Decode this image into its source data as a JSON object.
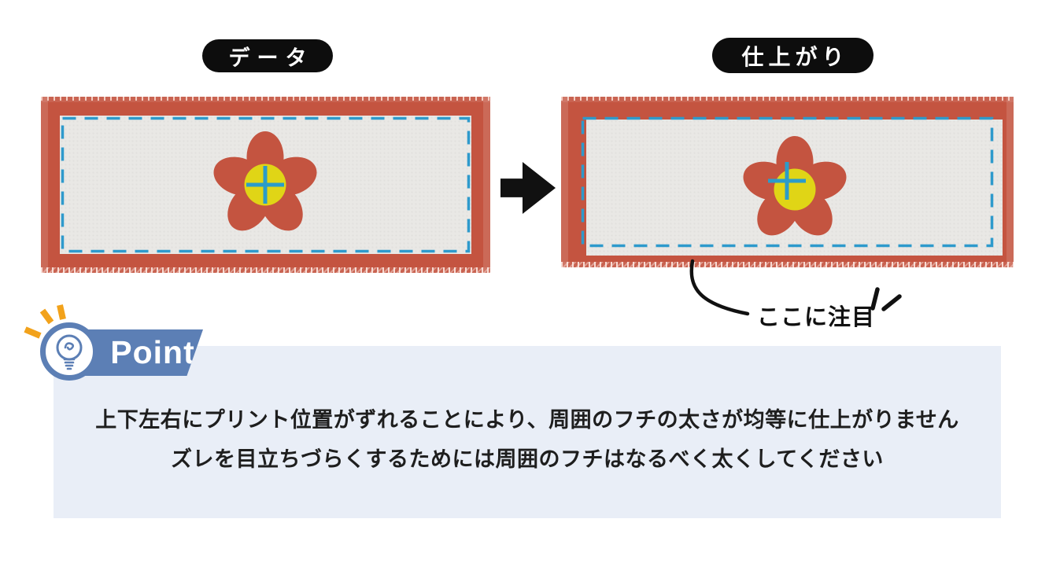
{
  "header": {
    "data_label": "データ",
    "finish_label": "仕上がり"
  },
  "annotation": {
    "text": "ここに注目"
  },
  "point": {
    "badge_label": "Point",
    "line1": "上下左右にプリント位置がずれることにより、周囲のフチの太さが均等に仕上がりません",
    "line2": "ズレを目立ちづらくするためには周囲のフチはなるべく太くしてください"
  },
  "icons": {
    "arrow": "right-arrow",
    "bulb": "lightbulb",
    "sparkles": "sparkle-burst",
    "cross": "registration-cross",
    "flower": "five-petal-flower"
  },
  "colors": {
    "towel_red": "#C45440",
    "print_gray": "#E9E8E5",
    "dash_blue": "#2E9ACC",
    "cross_blue": "#2B9CC9",
    "center_yellow": "#E0D516",
    "banner_blue": "#5C7FB5",
    "panel_blue": "#E9EEF7",
    "spark_orange": "#F2A21B",
    "pill_black": "#0D0D0D",
    "ink_black": "#111111",
    "fringe_pink": "#F4CDC2"
  }
}
